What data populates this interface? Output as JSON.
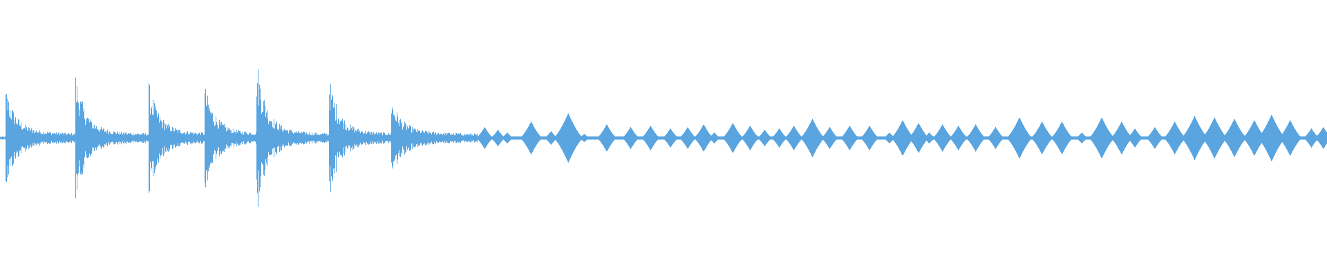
{
  "waveform": {
    "color": "#5aa5e0",
    "background": "#ffffff",
    "transients": [
      0.004,
      0.057,
      0.112,
      0.154,
      0.193,
      0.248,
      0.295
    ],
    "transient_peaks": [
      0.15,
      0.2,
      0.17,
      0.16,
      0.26,
      0.19,
      0.11
    ],
    "blobs": [
      [
        0.365,
        0.04
      ],
      [
        0.375,
        0.03
      ],
      [
        0.382,
        0.02
      ],
      [
        0.4,
        0.06
      ],
      [
        0.415,
        0.025
      ],
      [
        0.428,
        0.09
      ],
      [
        0.44,
        0.015
      ],
      [
        0.457,
        0.05
      ],
      [
        0.475,
        0.04
      ],
      [
        0.49,
        0.045
      ],
      [
        0.505,
        0.035
      ],
      [
        0.518,
        0.04
      ],
      [
        0.53,
        0.05
      ],
      [
        0.538,
        0.02
      ],
      [
        0.552,
        0.055
      ],
      [
        0.565,
        0.045
      ],
      [
        0.576,
        0.03
      ],
      [
        0.587,
        0.035
      ],
      [
        0.598,
        0.045
      ],
      [
        0.612,
        0.07
      ],
      [
        0.625,
        0.04
      ],
      [
        0.64,
        0.045
      ],
      [
        0.655,
        0.045
      ],
      [
        0.67,
        0.02
      ],
      [
        0.68,
        0.065
      ],
      [
        0.692,
        0.055
      ],
      [
        0.7,
        0.02
      ],
      [
        0.71,
        0.05
      ],
      [
        0.722,
        0.045
      ],
      [
        0.735,
        0.05
      ],
      [
        0.75,
        0.04
      ],
      [
        0.768,
        0.075
      ],
      [
        0.785,
        0.06
      ],
      [
        0.8,
        0.06
      ],
      [
        0.815,
        0.02
      ],
      [
        0.83,
        0.075
      ],
      [
        0.845,
        0.06
      ],
      [
        0.855,
        0.035
      ],
      [
        0.87,
        0.04
      ],
      [
        0.885,
        0.06
      ],
      [
        0.9,
        0.08
      ],
      [
        0.915,
        0.075
      ],
      [
        0.93,
        0.07
      ],
      [
        0.945,
        0.065
      ],
      [
        0.958,
        0.085
      ],
      [
        0.972,
        0.065
      ],
      [
        0.988,
        0.035
      ],
      [
        0.997,
        0.04
      ]
    ]
  }
}
